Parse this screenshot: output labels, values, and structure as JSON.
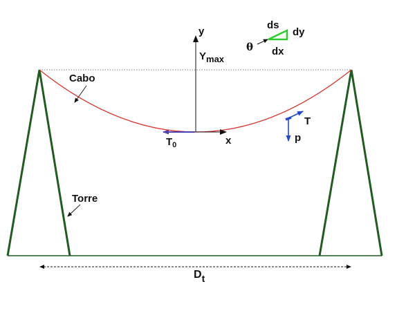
{
  "labels": {
    "y_axis": "y",
    "y_max_base": "Y",
    "y_max_sub": "max",
    "cable": "Cabo",
    "x_axis": "x",
    "t0_base": "T",
    "t0_sub": "0",
    "tension": "T",
    "weight": "p",
    "tower": "Torre",
    "span_base": "D",
    "span_sub": "t",
    "ds": "ds",
    "dy": "dy",
    "dx": "dx",
    "theta": "θ"
  },
  "colors": {
    "tower": "#1f5c1f",
    "cable": "#d9342b",
    "force_vector": "#2448d6",
    "tension_t0": "#4b3fb0",
    "triangle": "#2ecc2e",
    "outline": "#111111",
    "guide": "#777777"
  }
}
